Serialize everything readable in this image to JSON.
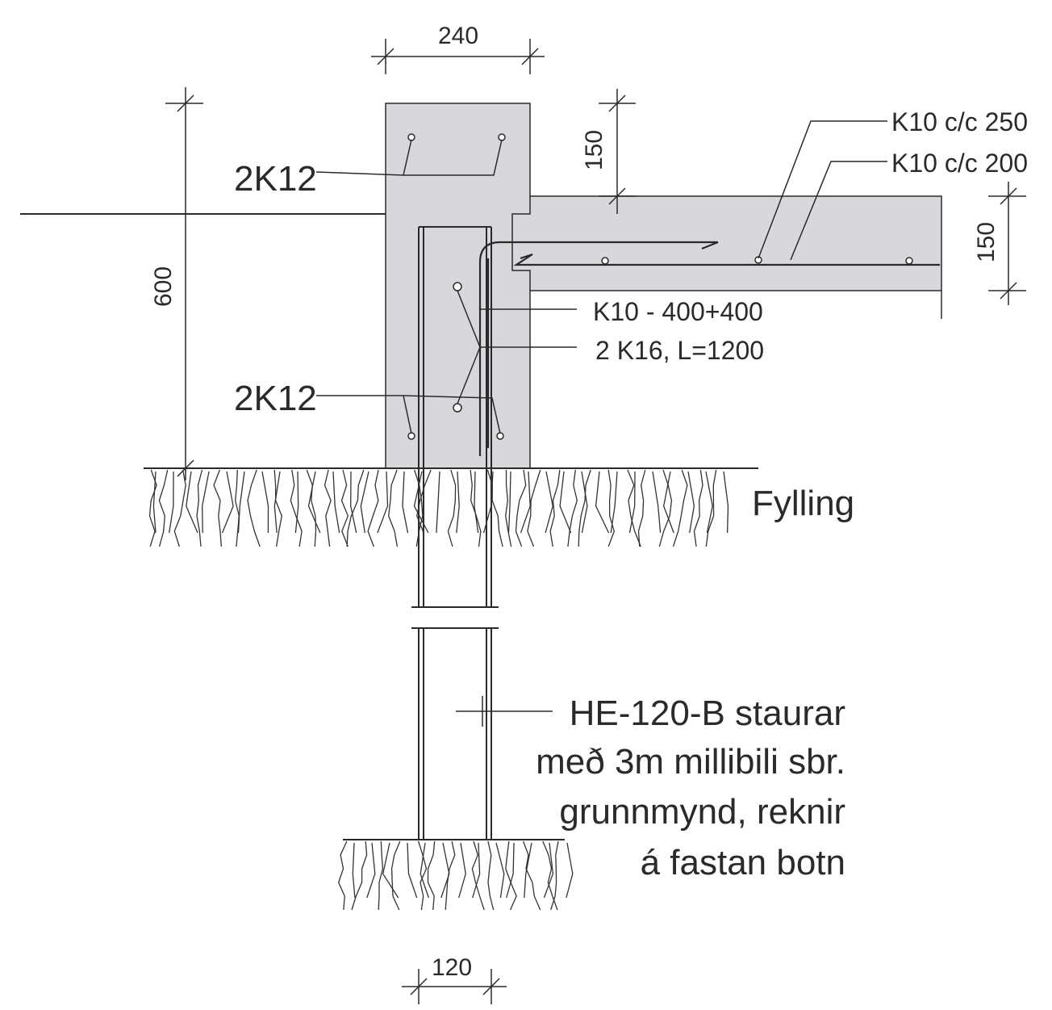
{
  "dimensions": {
    "wall_width": "240",
    "wall_height": "600",
    "slab_top": "150",
    "slab_thickness": "150",
    "pile_width": "120"
  },
  "labels": {
    "rebar_top": "2K12",
    "rebar_bottom": "2K12",
    "slab_rebar_1": "K10 c/c 250",
    "slab_rebar_2": "K10 c/c 200",
    "stirrup": "K10 - 400+400",
    "dowel": "2 K16, L=1200",
    "fill": "Fylling",
    "pile_line_1": "HE-120-B staurar",
    "pile_line_2": "með  3m millibili sbr.",
    "pile_line_3": "grunnmynd, reknir",
    "pile_line_4": "á fastan botn"
  },
  "colors": {
    "concrete": "#d6d8db",
    "ink": "#2a2a2a"
  }
}
